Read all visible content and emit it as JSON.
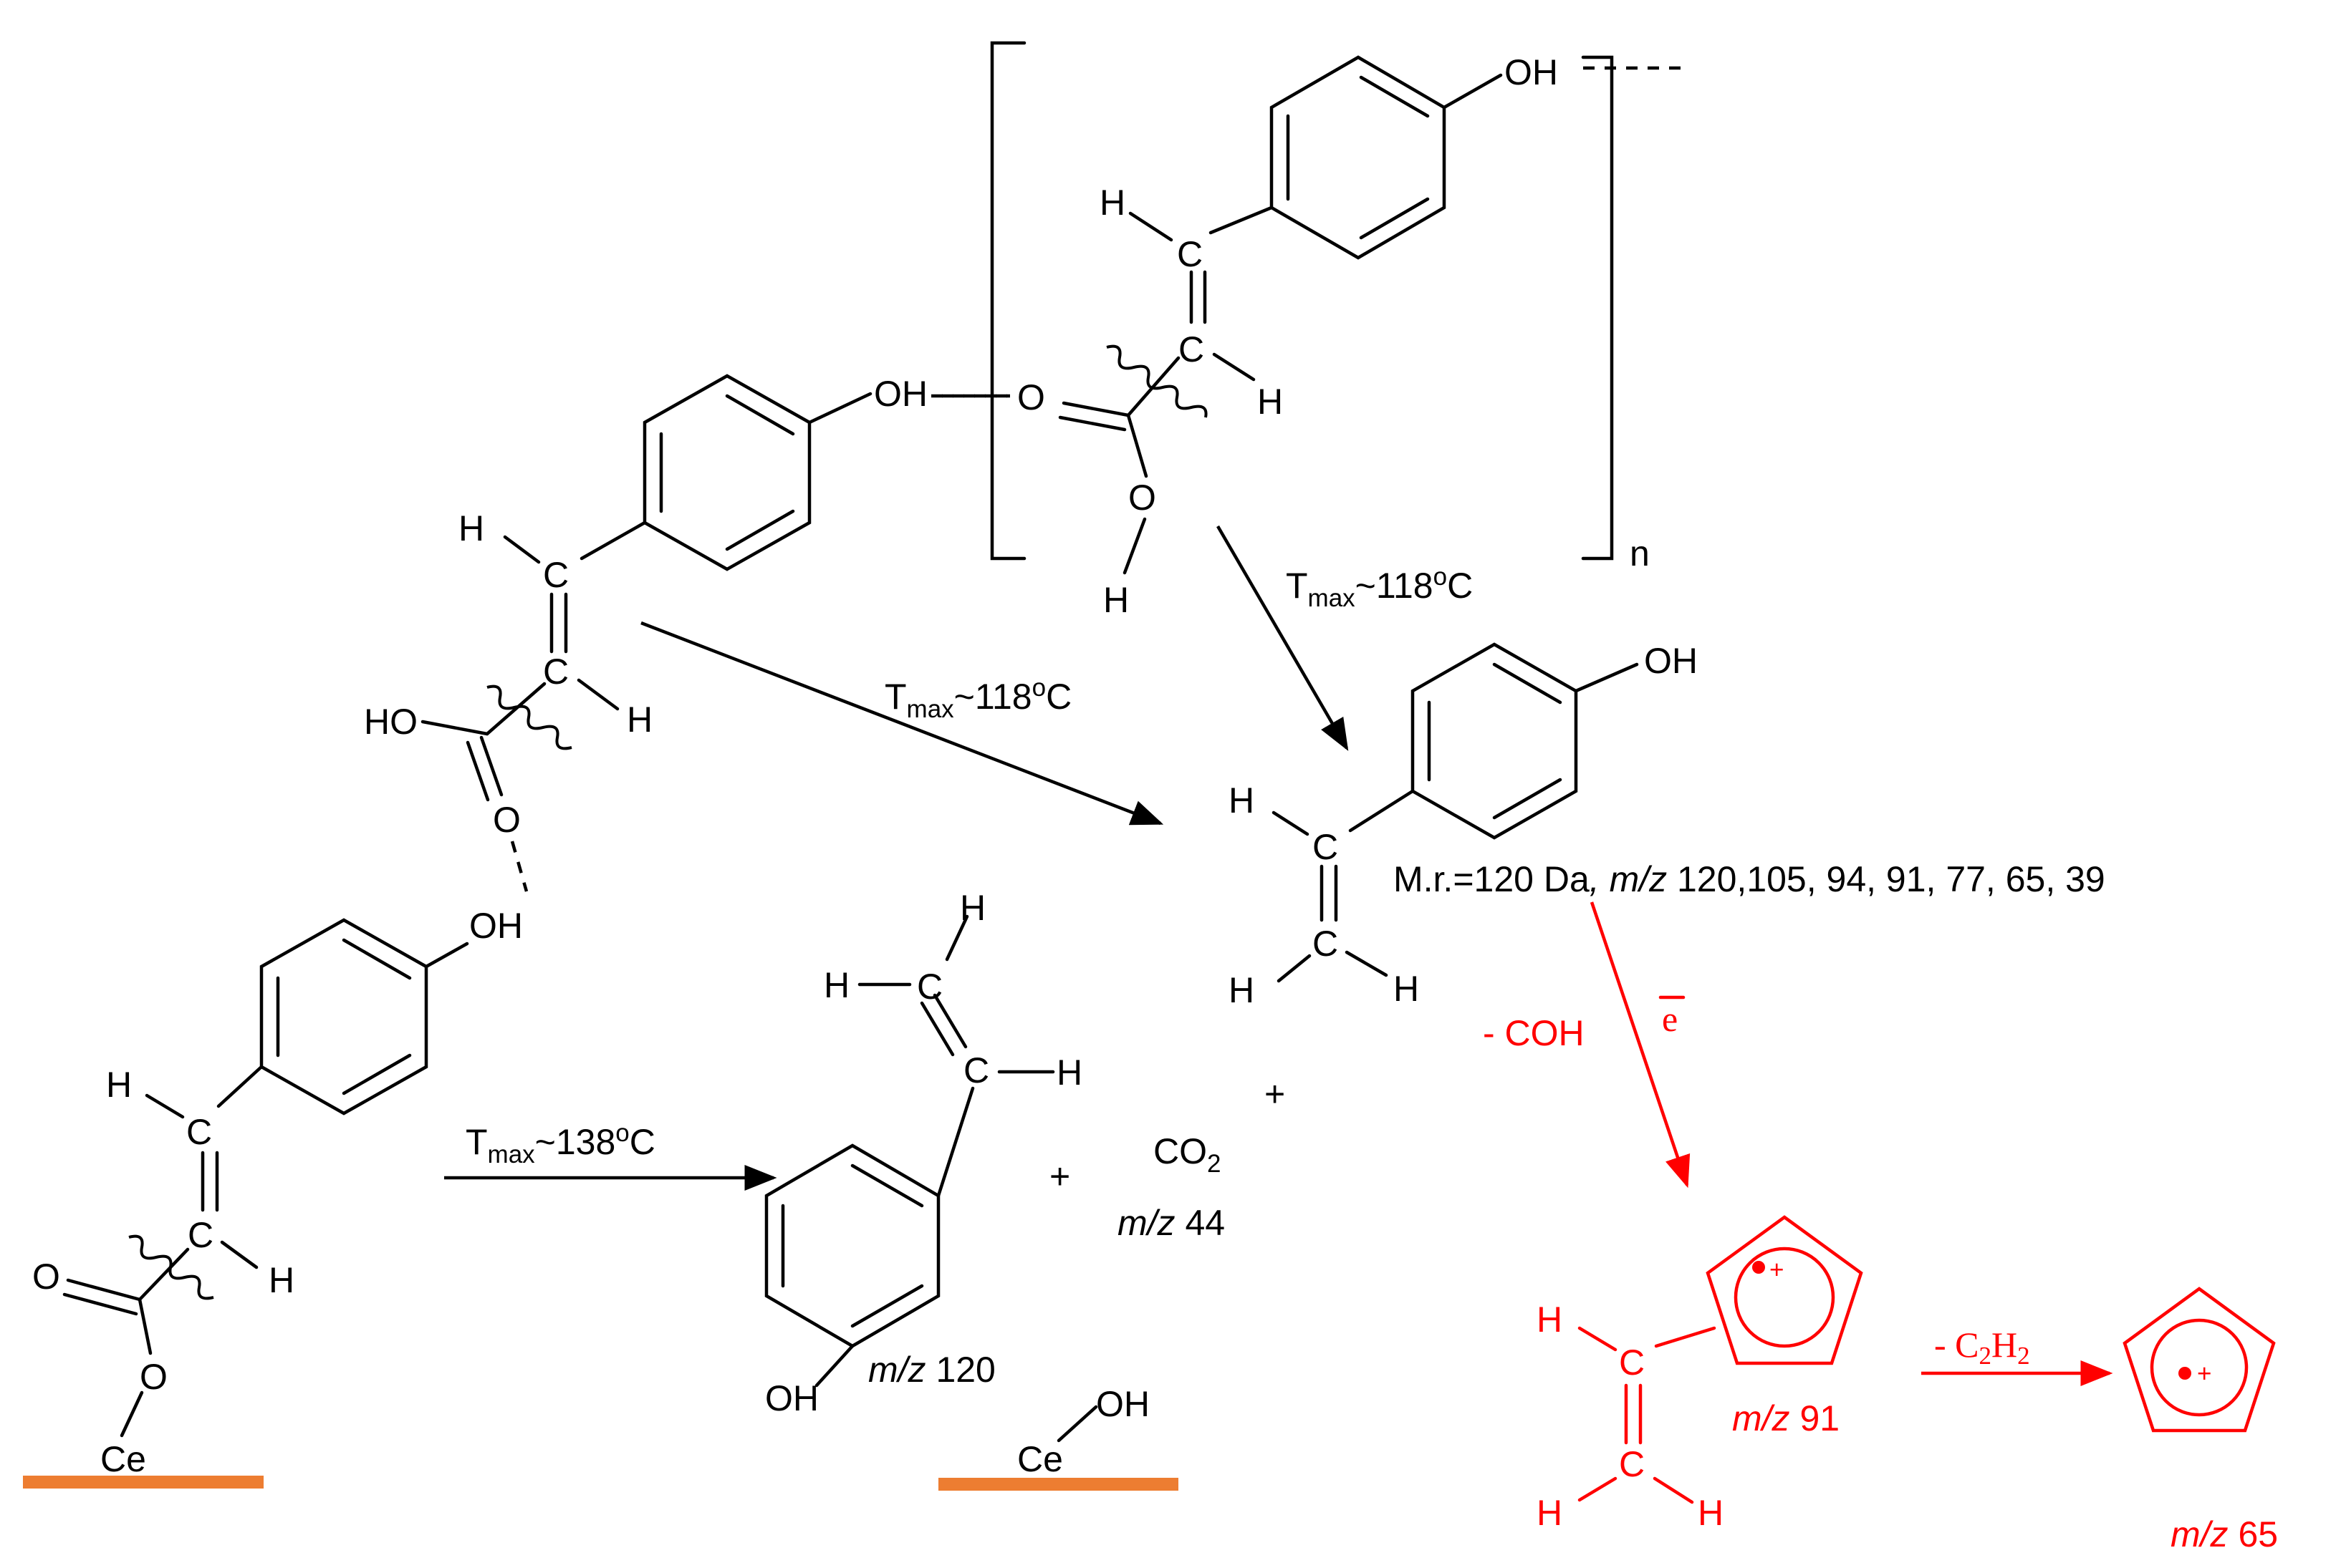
{
  "atoms": {
    "OH": "OH",
    "HO": "HO",
    "O": "O",
    "H": "H",
    "C": "C",
    "Ce": "Ce",
    "n": "n"
  },
  "conditions": {
    "t118_a": {
      "t": "T",
      "sub": "max",
      "rest": "~118",
      "sup": "o",
      "unit": "C"
    },
    "t118_b": {
      "t": "T",
      "sub": "max",
      "rest": "~118",
      "sup": "o",
      "unit": "C"
    },
    "t138": {
      "t": "T",
      "sub": "max",
      "rest": "~138",
      "sup": "o",
      "unit": "C"
    }
  },
  "products": {
    "vinylphenol_mz": {
      "mz": "m/z",
      "value": " 120"
    },
    "co2": {
      "formula": "CO",
      "sub": "2",
      "mz": "m/z",
      "value": " 44"
    },
    "plus_1": "+",
    "plus_2": "+",
    "mass_line": {
      "prefix": "M.r.=120 Da",
      "sep": ",",
      "mz": " m/z",
      "values": " 120,105, 94, 91, 77, 65, 39"
    }
  },
  "fragments": {
    "loss_coh": "- COH",
    "electron": "e",
    "loss_c2h2": {
      "prefix": "- C",
      "sub1": "2",
      "mid": "H",
      "sub2": "2"
    },
    "radical_cation": "+",
    "mz91": {
      "mz": "m/z",
      "value": " 91"
    },
    "mz65": {
      "mz": "m/z",
      "value": " 65"
    }
  },
  "colors": {
    "bonds": "#000000",
    "fragmentation": "#ff0000",
    "cerium_surface": "#ed7d31"
  }
}
